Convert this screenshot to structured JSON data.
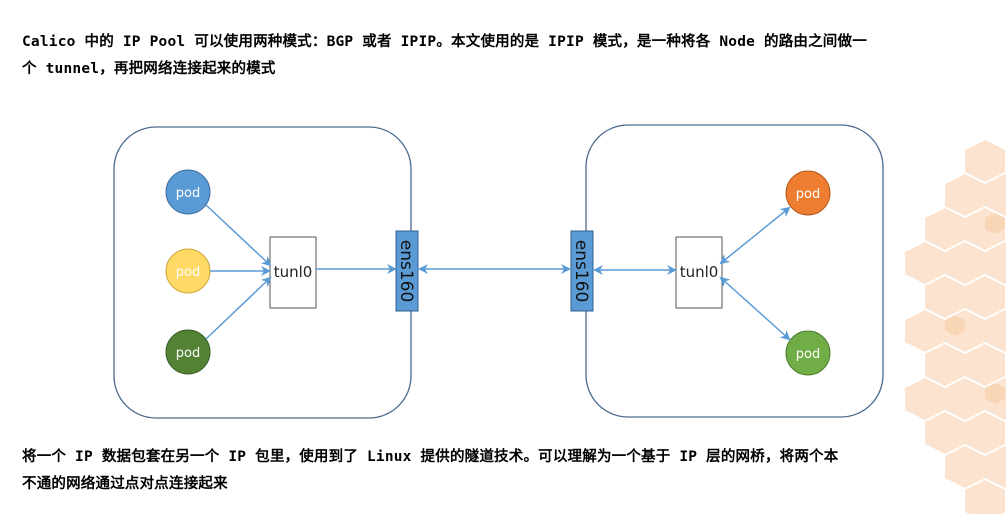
{
  "text": {
    "top_line1": "Calico 中的 IP Pool 可以使用两种模式：BGP 或者 IPIP。本文使用的是 IPIP 模式，是一种将各 Node 的路由之间做一",
    "top_line2": "个 tunnel，再把网络连接起来的模式",
    "bottom_line1": "将一个 IP 数据包套在另一个 IP 包里，使用到了 Linux 提供的隧道技术。可以理解为一个基于 IP 层的网桥，将两个本",
    "bottom_line2": "不通的网络通过点对点连接起来"
  },
  "diagram": {
    "left_node": {
      "pods": [
        {
          "label": "pod",
          "color": "#5b9bd5"
        },
        {
          "label": "pod",
          "color": "#ffd966"
        },
        {
          "label": "pod",
          "color": "#548235"
        }
      ],
      "tunnel_label": "tunl0",
      "interface_label": "ens160"
    },
    "right_node": {
      "pods": [
        {
          "label": "pod",
          "color": "#ed7d31"
        },
        {
          "label": "pod",
          "color": "#70ad47"
        }
      ],
      "tunnel_label": "tunl0",
      "interface_label": "ens160"
    },
    "colors": {
      "node_border": "#4a6a8c",
      "arrow": "#5b9bd5",
      "interface_fill": "#5b9bd5",
      "background_accent": "#f6cfa8"
    }
  }
}
